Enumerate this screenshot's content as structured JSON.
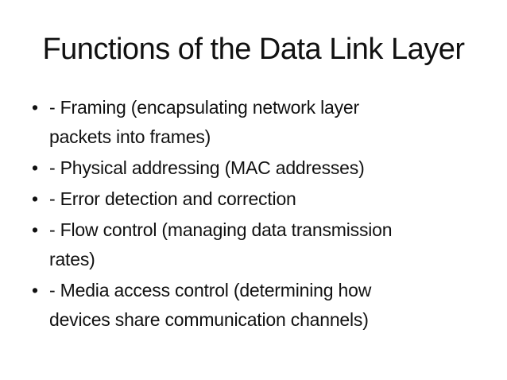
{
  "slide": {
    "title": "Functions of the Data Link Layer",
    "bullet_glyph": "•",
    "colors": {
      "background": "#ffffff",
      "text": "#111111"
    },
    "bullets": [
      "- Framing (encapsulating network layer packets into frames)",
      "- Physical addressing (MAC addresses)",
      "- Error detection and correction",
      "- Flow control (managing data transmission rates)",
      "- Media access control (determining how devices share communication channels)"
    ]
  }
}
